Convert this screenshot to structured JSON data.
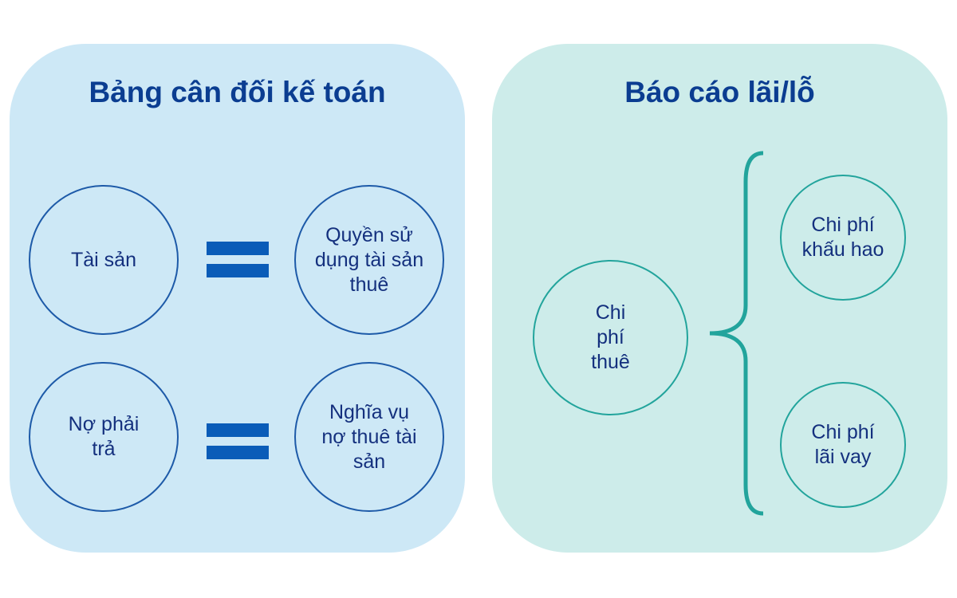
{
  "balance_sheet": {
    "title": "Bảng cân đối kế toán",
    "rows": [
      {
        "left": "Tài sản",
        "right": "Quyền sử dụng tài sản thuê"
      },
      {
        "left": "Nợ phải trả",
        "right": "Nghĩa vụ nợ thuê tài sản"
      }
    ]
  },
  "income_statement": {
    "title": "Báo cáo lãi/lỗ",
    "source": "Chi phí thuê",
    "components": [
      "Chi phí khấu hao",
      "Chi phí lãi vay"
    ]
  },
  "colors": {
    "left_bg": "#cde8f6",
    "right_bg": "#cdecea",
    "title": "#0b3d91",
    "equals": "#0a5cb8",
    "teal": "#22a49c"
  }
}
